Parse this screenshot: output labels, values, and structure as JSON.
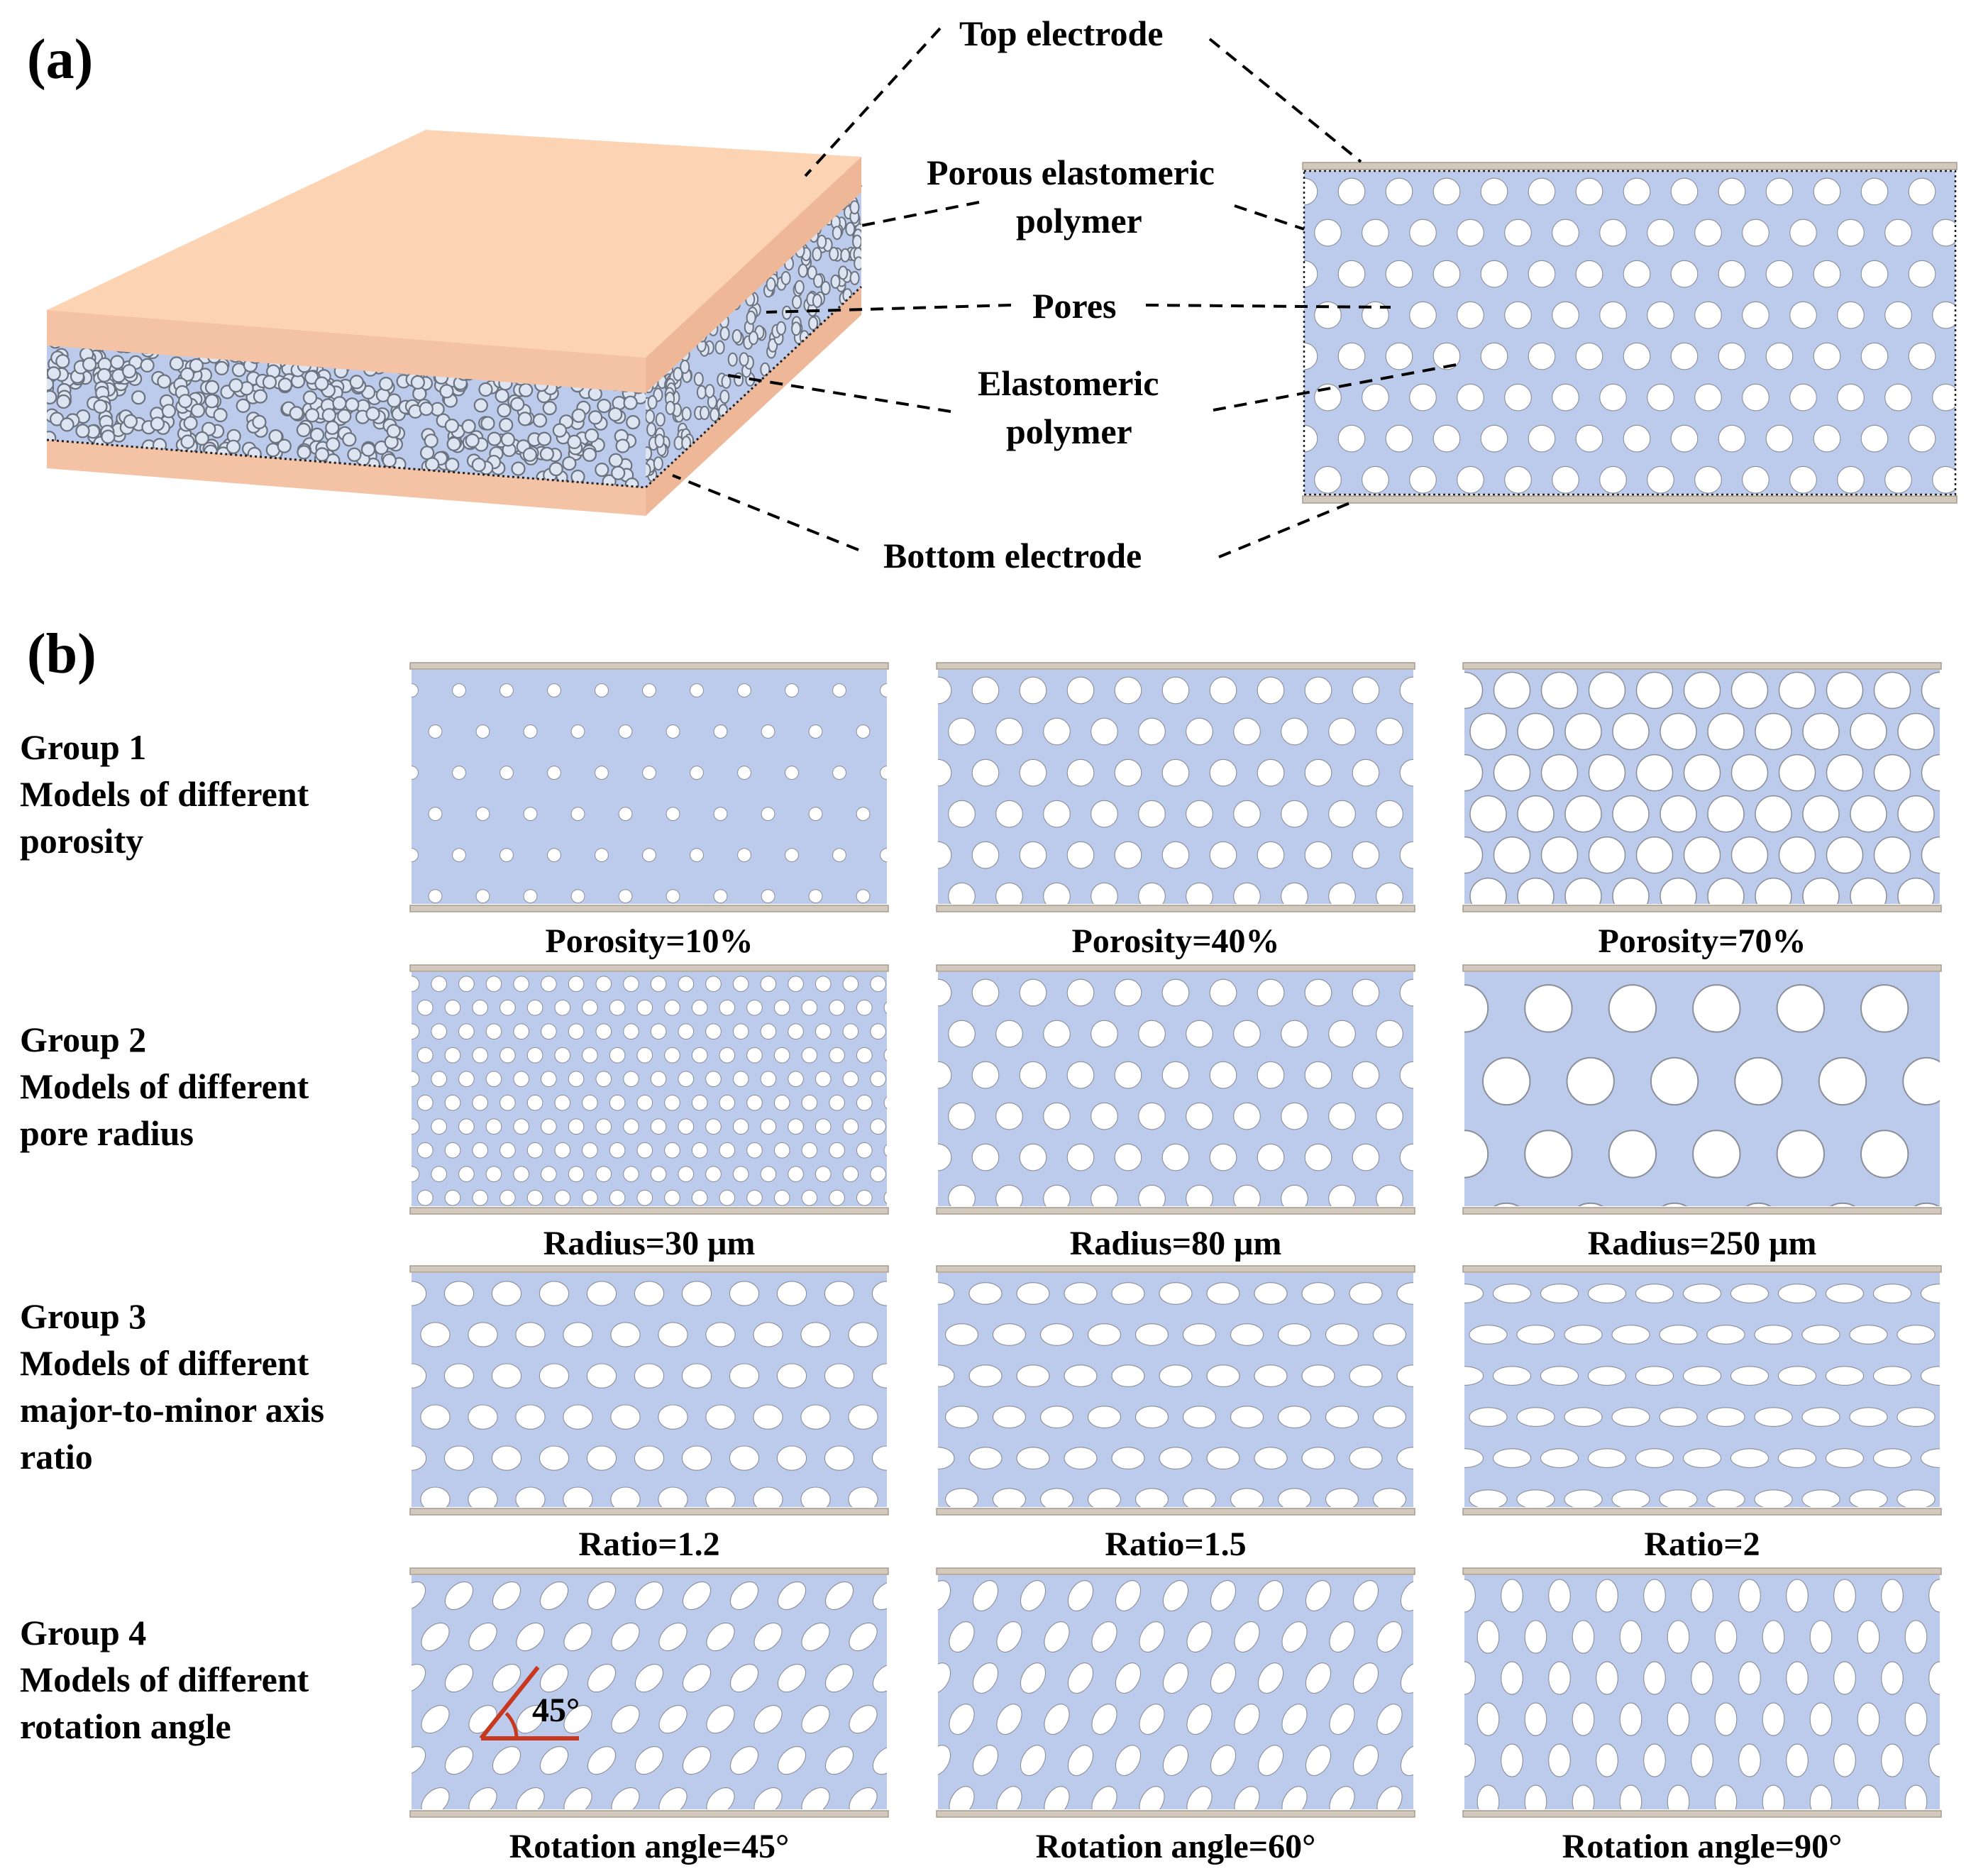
{
  "panel_a": {
    "tag": "(a)",
    "labels": {
      "top_electrode": "Top electrode",
      "porous_line1": "Porous elastomeric",
      "porous_line2": "polymer",
      "pores": "Pores",
      "elastomeric_line1": "Elastomeric",
      "elastomeric_line2": "polymer",
      "bottom_electrode": "Bottom electrode"
    }
  },
  "panel_b": {
    "tag": "(b)",
    "groups": [
      {
        "title": "Group 1",
        "lines": [
          "Models of different",
          "porosity"
        ],
        "models": [
          {
            "caption": "Porosity=10%",
            "pattern": "round",
            "radius_scale": 0.28,
            "aspect": 1,
            "angle": 0,
            "density": 1
          },
          {
            "caption": "Porosity=40%",
            "pattern": "round",
            "radius_scale": 0.56,
            "aspect": 1,
            "angle": 0,
            "density": 1
          },
          {
            "caption": "Porosity=70%",
            "pattern": "round",
            "radius_scale": 0.76,
            "aspect": 1,
            "angle": 0,
            "density": 1
          }
        ]
      },
      {
        "title": "Group 2",
        "lines": [
          "Models of different",
          "pore radius"
        ],
        "models": [
          {
            "caption": "Radius=30 μm",
            "pattern": "round",
            "radius_scale": 0.56,
            "aspect": 1,
            "angle": 0,
            "density": 3
          },
          {
            "caption": "Radius=80 μm",
            "pattern": "round",
            "radius_scale": 0.56,
            "aspect": 1,
            "angle": 0,
            "density": 1
          },
          {
            "caption": "Radius=250 μm",
            "pattern": "round",
            "radius_scale": 0.56,
            "aspect": 1,
            "angle": 0,
            "density": 0.32
          }
        ]
      },
      {
        "title": "Group 3",
        "lines": [
          "Models of different",
          "major-to-minor axis",
          "ratio"
        ],
        "models": [
          {
            "caption": "Ratio=1.2",
            "pattern": "ellipse",
            "radius_scale": 0.56,
            "aspect": 1.2,
            "angle": 0,
            "density": 1
          },
          {
            "caption": "Ratio=1.5",
            "pattern": "ellipse",
            "radius_scale": 0.56,
            "aspect": 1.5,
            "angle": 0,
            "density": 1
          },
          {
            "caption": "Ratio=2",
            "pattern": "ellipse",
            "radius_scale": 0.56,
            "aspect": 2,
            "angle": 0,
            "density": 1
          }
        ]
      },
      {
        "title": "Group 4",
        "lines": [
          "Models of different",
          "rotation angle"
        ],
        "models": [
          {
            "caption": "Rotation angle=45°",
            "pattern": "ellipse",
            "radius_scale": 0.56,
            "aspect": 1.5,
            "angle": 45,
            "density": 1,
            "annotation": "45°"
          },
          {
            "caption": "Rotation angle=60°",
            "pattern": "ellipse",
            "radius_scale": 0.56,
            "aspect": 1.5,
            "angle": 60,
            "density": 1
          },
          {
            "caption": "Rotation angle=90°",
            "pattern": "ellipse",
            "radius_scale": 0.56,
            "aspect": 1.5,
            "angle": 90,
            "density": 1
          }
        ]
      }
    ]
  },
  "colors": {
    "polymer": "#bccbeb",
    "pore": "#ffffff",
    "pore_edge": "#8a8f9a",
    "electrode_top": "#fcd4b4",
    "electrode_side": "#f4c2a4",
    "electrode_strip": "#d2c8bc",
    "annotation": "#c8381e"
  }
}
